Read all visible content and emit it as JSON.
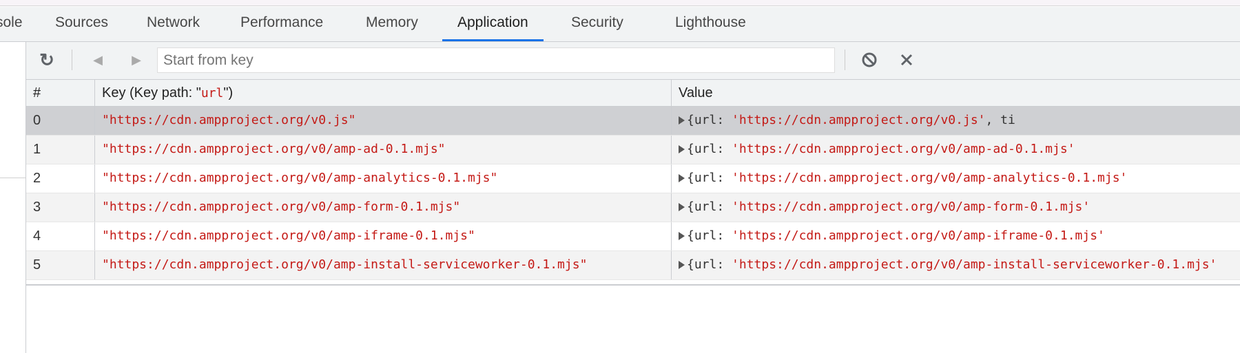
{
  "tabs": [
    {
      "label": "sole"
    },
    {
      "label": "Sources"
    },
    {
      "label": "Network"
    },
    {
      "label": "Performance"
    },
    {
      "label": "Memory"
    },
    {
      "label": "Application",
      "active": true
    },
    {
      "label": "Security"
    },
    {
      "label": "Lighthouse"
    }
  ],
  "toolbar": {
    "refresh_icon": "refresh-icon",
    "prev_icon": "triangle-left-icon",
    "next_icon": "triangle-right-icon",
    "search_placeholder": "Start from key",
    "clear_icon": "block-icon",
    "delete_icon": "close-icon"
  },
  "table": {
    "headers": {
      "index": "#",
      "key_prefix": "Key (Key path: \"",
      "key_path": "url",
      "key_suffix": "\")",
      "value": "Value"
    },
    "rows": [
      {
        "index": "0",
        "key": "\"https://cdn.ampproject.org/v0.js\"",
        "value_prefix": "{url: ",
        "value_url": "'https://cdn.ampproject.org/v0.js'",
        "value_rest": ", ti"
      },
      {
        "index": "1",
        "key": "\"https://cdn.ampproject.org/v0/amp-ad-0.1.mjs\"",
        "value_prefix": "{url: ",
        "value_url": "'https://cdn.ampproject.org/v0/amp-ad-0.1.mjs'",
        "value_rest": ""
      },
      {
        "index": "2",
        "key": "\"https://cdn.ampproject.org/v0/amp-analytics-0.1.mjs\"",
        "value_prefix": "{url: ",
        "value_url": "'https://cdn.ampproject.org/v0/amp-analytics-0.1.mjs'",
        "value_rest": ""
      },
      {
        "index": "3",
        "key": "\"https://cdn.ampproject.org/v0/amp-form-0.1.mjs\"",
        "value_prefix": "{url: ",
        "value_url": "'https://cdn.ampproject.org/v0/amp-form-0.1.mjs'",
        "value_rest": ""
      },
      {
        "index": "4",
        "key": "\"https://cdn.ampproject.org/v0/amp-iframe-0.1.mjs\"",
        "value_prefix": "{url: ",
        "value_url": "'https://cdn.ampproject.org/v0/amp-iframe-0.1.mjs'",
        "value_rest": ""
      },
      {
        "index": "5",
        "key": "\"https://cdn.ampproject.org/v0/amp-install-serviceworker-0.1.mjs\"",
        "value_prefix": "{url: ",
        "value_url": "'https://cdn.ampproject.org/v0/amp-install-serviceworker-0.1.mjs'",
        "value_rest": ""
      }
    ]
  },
  "colors": {
    "accent": "#1a73e8",
    "string": "#c41a16",
    "selected_row": "#cfd0d3"
  }
}
